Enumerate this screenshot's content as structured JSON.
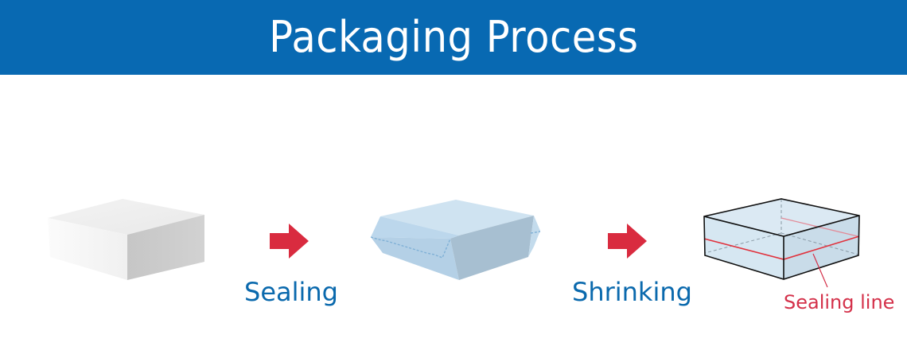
{
  "header": {
    "title": "Packaging Process",
    "background_color": "#0869b2"
  },
  "steps": [
    {
      "name": "unwrapped-box",
      "description": "plain white box"
    },
    {
      "name": "sealed-box",
      "description": "box wrapped in film with sealed edges"
    },
    {
      "name": "shrunk-box",
      "description": "shrink-wrapped box with sealing line"
    }
  ],
  "transitions": [
    {
      "label": "Sealing"
    },
    {
      "label": "Shrinking"
    }
  ],
  "annotation": {
    "label": "Sealing line",
    "color": "#d4314a"
  },
  "colors": {
    "arrow": "#d92b3f",
    "label_text": "#0a69ad"
  }
}
